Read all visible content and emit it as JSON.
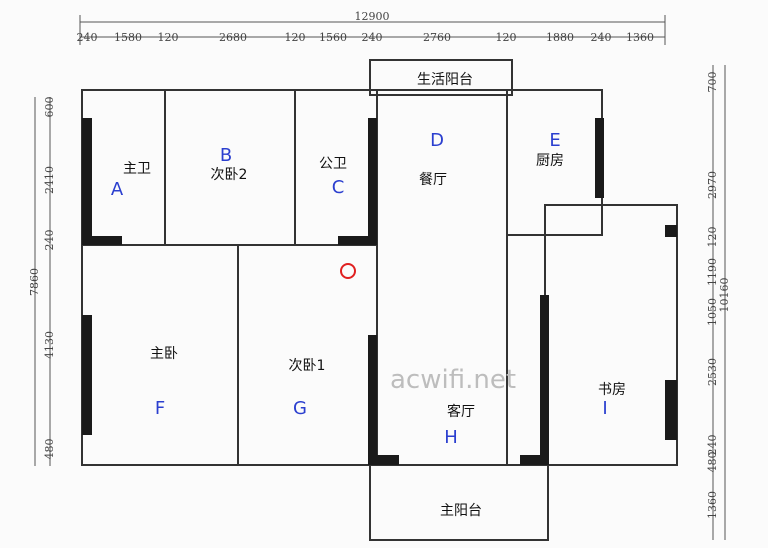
{
  "dimensions": {
    "top_total": "12900",
    "top_segments": [
      "240",
      "1580",
      "120",
      "2680",
      "120",
      "1560",
      "240",
      "2760",
      "120",
      "1880",
      "240",
      "1360"
    ],
    "left_total": "7860",
    "left_segments": [
      "600",
      "2410",
      "240",
      "4130",
      "480"
    ],
    "right_total": "10160",
    "right_segments": [
      "700",
      "2970",
      "120",
      "1190",
      "1050",
      "2530",
      "240",
      "480",
      "1360"
    ]
  },
  "rooms": {
    "master_bath": {
      "name": "主卫",
      "letter": "A"
    },
    "bedroom2": {
      "name": "次卧2",
      "letter": "B"
    },
    "public_bath": {
      "name": "公卫",
      "letter": "C"
    },
    "service_balcony": {
      "name": "生活阳台"
    },
    "dining": {
      "name": "餐厅",
      "letter": "D"
    },
    "kitchen": {
      "name": "厨房",
      "letter": "E"
    },
    "master_bedroom": {
      "name": "主卧",
      "letter": "F"
    },
    "bedroom1": {
      "name": "次卧1",
      "letter": "G"
    },
    "living": {
      "name": "客厅",
      "letter": "H"
    },
    "study": {
      "name": "书房",
      "letter": "I"
    },
    "main_balcony": {
      "name": "主阳台"
    }
  },
  "watermark": "acwifi.net",
  "colors": {
    "marker": "#e02020",
    "letters": "#2b3fcf"
  }
}
